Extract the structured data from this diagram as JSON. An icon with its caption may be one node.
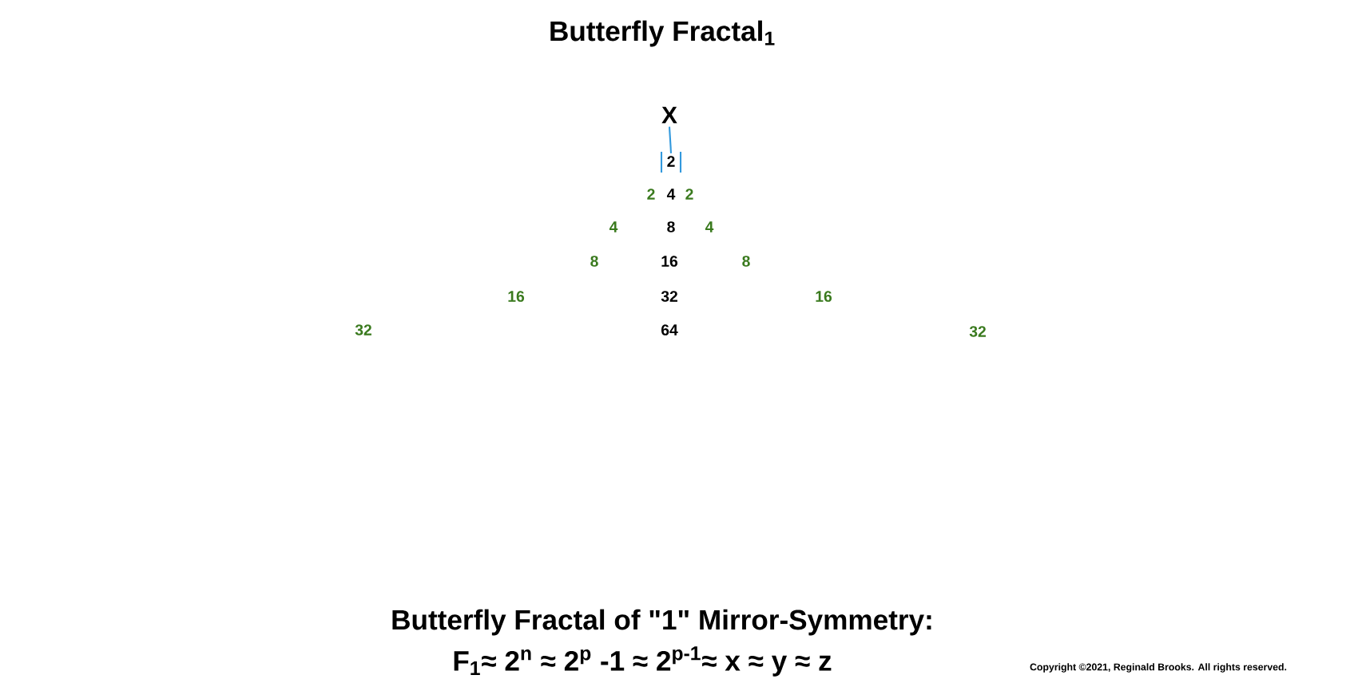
{
  "diagram": {
    "title": "Butterfly Fractal$_{1}$",
    "caption": "Butterfly Fractal of \"1\" Mirror-Symmetry:",
    "nodes": [
      {
        "text": [
          "X"
        ]
      },
      {
        "text": [
          "2"
        ]
      }
    ],
    "edges": [
      {
        "from": 0,
        "to": 1,
        "arrow": "none",
        "color": "#3399dd"
      }
    ],
    "labels": [
      "2",
      "4",
      "2",
      "4",
      "8",
      "4",
      "8",
      "16",
      "8",
      "16",
      "32",
      "16",
      "32",
      "64",
      "32",
      "F$_{1}$≈ 2$^{n}$ ≈ 2$^{p}$ -1 ≈ 2$^{p-1}$≈ x ≈ y ≈ z",
      "Copyright ©2021, Reginald Brooks. All rights reserved."
    ]
  }
}
